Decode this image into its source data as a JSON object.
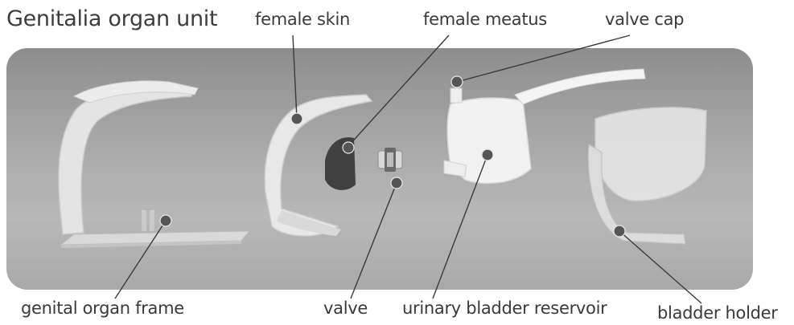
{
  "title": "Genitalia organ unit",
  "labels": {
    "female_skin": "female skin",
    "female_meatus": "female meatus",
    "valve_cap": "valve cap",
    "genital_organ_frame": "genital organ frame",
    "valve": "valve",
    "urinary_bladder_reservoir": "urinary bladder reservoir",
    "bladder_holder": "bladder holder"
  }
}
